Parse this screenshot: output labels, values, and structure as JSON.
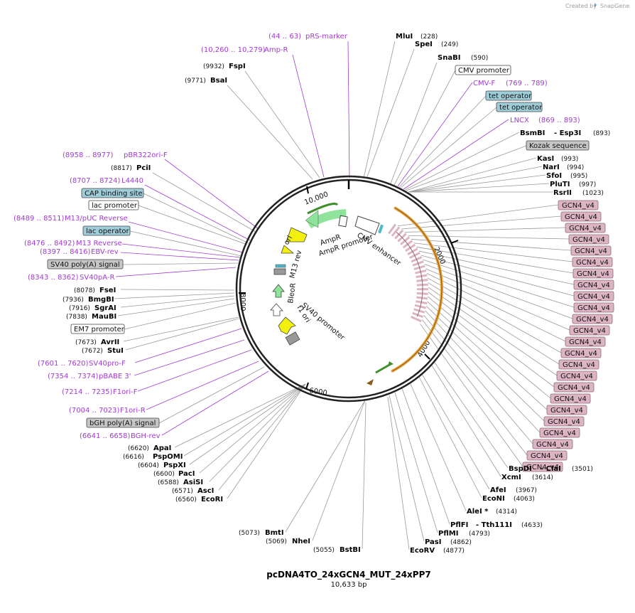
{
  "credit": {
    "text": "Created by",
    "brand": "SnapGene"
  },
  "title": "pcDNA4TO_24xGCN4_MUT_24xPP7",
  "subtitle": "10,633 bp",
  "scale_ticks": [
    "10,000",
    "2000",
    "4000",
    "6000",
    "8000"
  ],
  "features_on_map": [
    "ori",
    "AmpR",
    "AmpR promoter",
    "CMV enhancer",
    "M13 rev",
    "BleoR",
    "f1 ori",
    "SV40 promoter"
  ],
  "enzymes": [
    {
      "name": "MluI",
      "pos": "(228)"
    },
    {
      "name": "SpeI",
      "pos": "(249)"
    },
    {
      "name": "SnaBI",
      "pos": "(590)"
    },
    {
      "name": "BsmBI",
      "pos": "- Esp3I",
      "pos2": "(893)"
    },
    {
      "name": "KasI",
      "pos": "(993)"
    },
    {
      "name": "NarI",
      "pos": "(994)"
    },
    {
      "name": "SfoI",
      "pos": "(995)"
    },
    {
      "name": "PluTI",
      "pos": "(997)"
    },
    {
      "name": "RsrII",
      "pos": "(1023)"
    },
    {
      "name": "BspDI",
      "pos": "- ClaI",
      "pos2": "(3501)"
    },
    {
      "name": "XcmI",
      "pos": "(3614)"
    },
    {
      "name": "AfeI",
      "pos": "(3967)"
    },
    {
      "name": "EcoNI",
      "pos": "(4063)"
    },
    {
      "name": "AleI *",
      "pos": "(4314)"
    },
    {
      "name": "PflFI",
      "pos": "- Tth111I",
      "pos2": "(4633)"
    },
    {
      "name": "PflMI",
      "pos": "(4793)"
    },
    {
      "name": "PasI",
      "pos": "(4862)"
    },
    {
      "name": "EcoRV",
      "pos": "(4877)"
    },
    {
      "name": "BmtI",
      "pos": "(5073)"
    },
    {
      "name": "NheI",
      "pos": "(5069)"
    },
    {
      "name": "BstBI",
      "pos": "(5055)"
    },
    {
      "name": "EcoRI",
      "pos": "(6560)"
    },
    {
      "name": "AscI",
      "pos": "(6571)"
    },
    {
      "name": "AsiSI",
      "pos": "(6588)"
    },
    {
      "name": "PacI",
      "pos": "(6600)"
    },
    {
      "name": "PspXI",
      "pos": "(6604)"
    },
    {
      "name": "PspOMI",
      "pos": "(6616)"
    },
    {
      "name": "ApaI",
      "pos": "(6620)"
    },
    {
      "name": "StuI",
      "pos": "(7672)"
    },
    {
      "name": "AvrII",
      "pos": "(7673)"
    },
    {
      "name": "MauBI",
      "pos": "(7838)"
    },
    {
      "name": "SgrAI",
      "pos": "(7916)"
    },
    {
      "name": "BmgBI",
      "pos": "(7936)"
    },
    {
      "name": "FseI",
      "pos": "(8078)"
    },
    {
      "name": "PciI",
      "pos": "(8817)"
    },
    {
      "name": "BsaI",
      "pos": "(9771)"
    },
    {
      "name": "FspI",
      "pos": "(9932)"
    }
  ],
  "primers": [
    {
      "range": "(44 .. 63)",
      "name": "pRS-marker"
    },
    {
      "range": "(10,260 .. 10,279)",
      "name": "Amp-R"
    },
    {
      "range": "(769 .. 789)",
      "name": "CMV-F"
    },
    {
      "range": "(869 .. 893)",
      "name": "LNCX"
    },
    {
      "range": "(8958 .. 8977)",
      "name": "pBR322ori-F"
    },
    {
      "range": "(8707 .. 8724)",
      "name": "L4440"
    },
    {
      "range": "(8489 .. 8511)",
      "name": "M13/pUC Reverse"
    },
    {
      "range": "(8476 .. 8492)",
      "name": "M13 Reverse"
    },
    {
      "range": "(8397 .. 8416)",
      "name": "EBV-rev"
    },
    {
      "range": "(8343 .. 8362)",
      "name": "SV40pA-R"
    },
    {
      "range": "(7601 .. 7620)",
      "name": "SV40pro-F"
    },
    {
      "range": "(7354 .. 7374)",
      "name": "pBABE 3'"
    },
    {
      "range": "(7214 .. 7235)",
      "name": "F1ori-F"
    },
    {
      "range": "(7004 .. 7023)",
      "name": "F1ori-R"
    },
    {
      "range": "(6641 .. 6658)",
      "name": "BGH-rev"
    }
  ],
  "boxes": [
    {
      "text": "CMV promoter",
      "style": "white"
    },
    {
      "text": "tet operator",
      "style": "blue"
    },
    {
      "text": "tet operator",
      "style": "blue"
    },
    {
      "text": "Kozak sequence",
      "style": "gray"
    },
    {
      "text": "CAP binding site",
      "style": "blue"
    },
    {
      "text": "lac promoter",
      "style": "white"
    },
    {
      "text": "lac operator",
      "style": "blue"
    },
    {
      "text": "SV40 poly(A) signal",
      "style": "gray"
    },
    {
      "text": "EM7 promoter",
      "style": "white"
    },
    {
      "text": "bGH poly(A) signal",
      "style": "gray"
    }
  ],
  "gcn4_label": "GCN4_v4",
  "gcn4_count": 24,
  "colors": {
    "primer": "#a13bd2",
    "box_blue": "#9fcdd9",
    "box_gray": "#c6c6c6",
    "gcn4": "#dcb4c3",
    "orange": "#e8a23b",
    "green": "#8fe39a",
    "yellow": "#f3f00d"
  }
}
